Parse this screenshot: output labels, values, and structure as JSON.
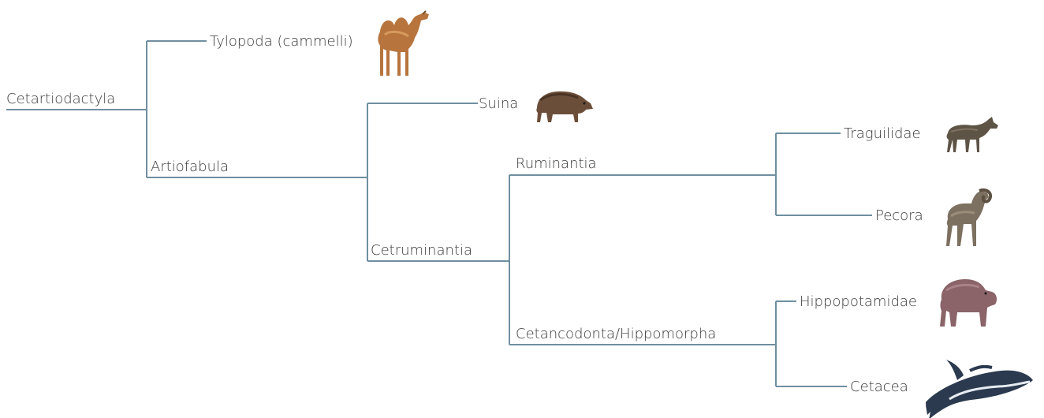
{
  "diagram": {
    "type": "phylogenetic-tree",
    "colors": {
      "branch": "#6f8fa0",
      "text": "#3a3a3a"
    },
    "nodes": {
      "root": {
        "label": "Cetartiodactyla"
      },
      "tylopoda": {
        "label": "Tylopoda (cammelli)",
        "image": "camel-illustration"
      },
      "artiofabula": {
        "label": "Artiofabula"
      },
      "suina": {
        "label": "Suina",
        "image": "wild-boar-illustration"
      },
      "cetruminantia": {
        "label": "Cetruminantia"
      },
      "ruminantia": {
        "label": "Ruminantia"
      },
      "cetancodonta": {
        "label": "Cetancodonta/Hippomorpha"
      },
      "traguilidae": {
        "label": "Traguilidae",
        "image": "mouse-deer-illustration"
      },
      "pecora": {
        "label": "Pecora",
        "image": "sheep-illustration"
      },
      "hippopotamidae": {
        "label": "Hippopotamidae",
        "image": "hippo-illustration"
      },
      "cetacea": {
        "label": "Cetacea",
        "image": "whale-illustration"
      }
    }
  }
}
